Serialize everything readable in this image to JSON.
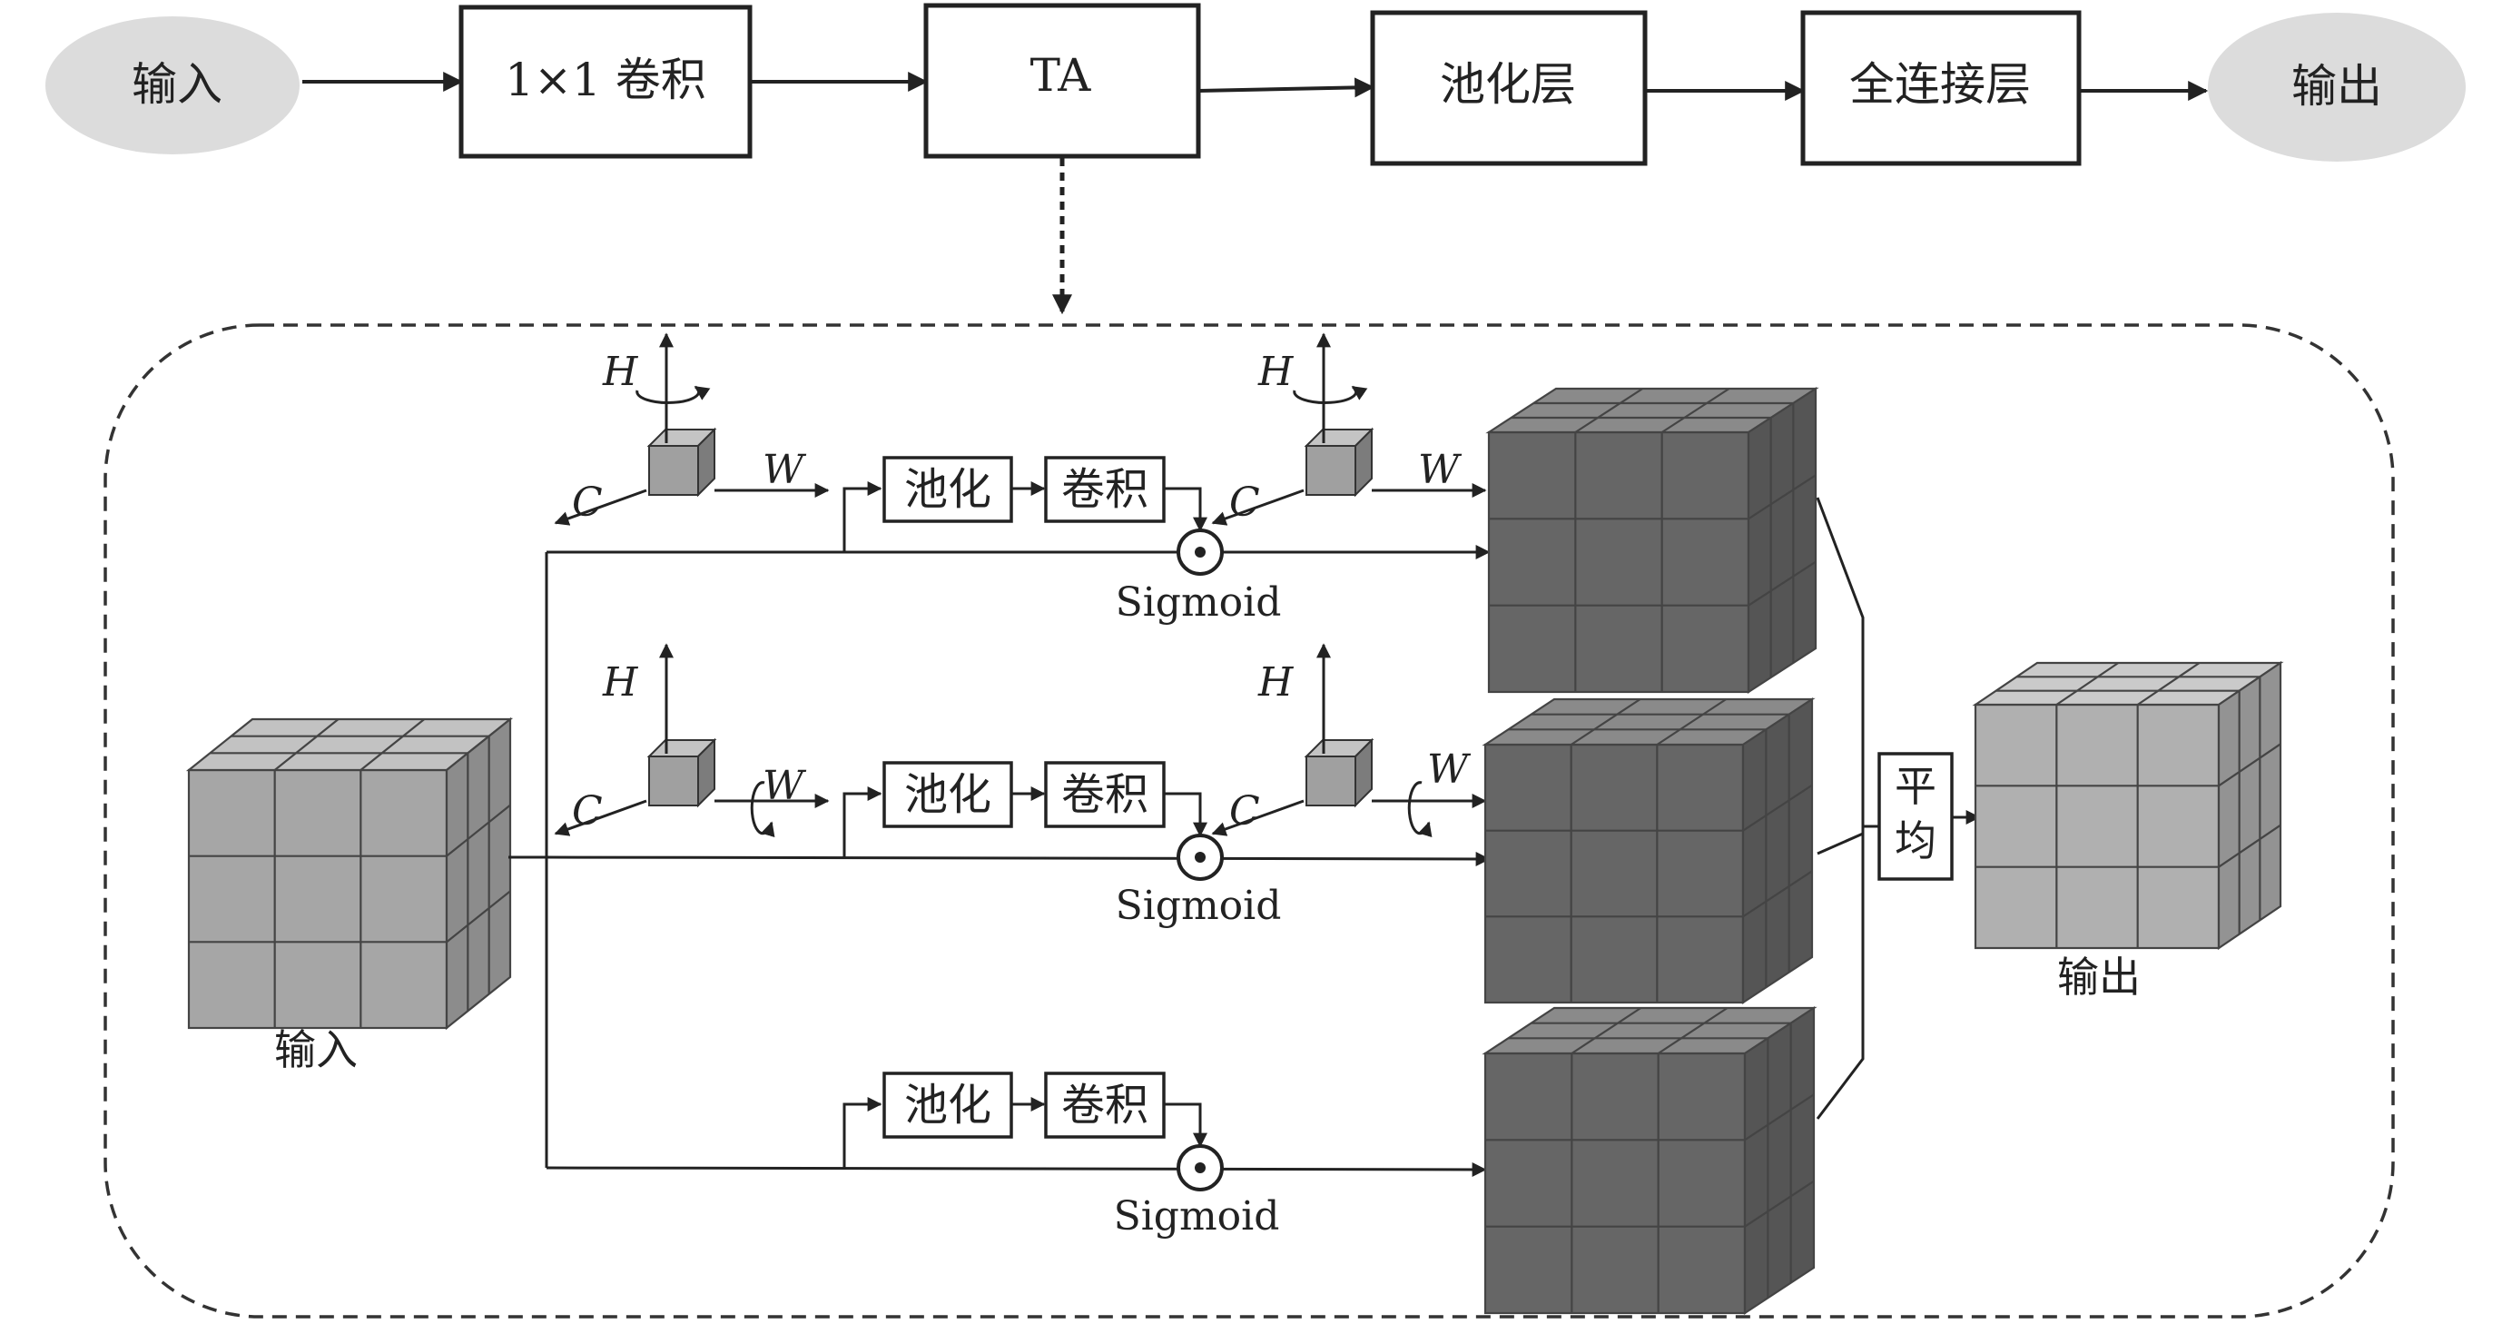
{
  "pipeline": {
    "input": "输入",
    "conv1x1": "1×1 卷积",
    "ta": "TA",
    "pool_layer": "池化层",
    "fc_layer": "全连接层",
    "output": "输出"
  },
  "detail": {
    "input_label": "输入",
    "output_label": "输出",
    "average_top": "平",
    "average_bottom": "均",
    "branches": [
      {
        "pool": "池化",
        "conv": "卷积",
        "gate": "Sigmoid",
        "axes_in": {
          "h": "H",
          "w": "W",
          "c": "C"
        },
        "axes_out": {
          "h": "H",
          "w": "W",
          "c": "C"
        }
      },
      {
        "pool": "池化",
        "conv": "卷积",
        "gate": "Sigmoid",
        "axes_in": {
          "h": "H",
          "w": "W",
          "c": "C"
        },
        "axes_out": {
          "h": "H",
          "w": "W",
          "c": "C"
        }
      },
      {
        "pool": "池化",
        "conv": "卷积",
        "gate": "Sigmoid"
      }
    ]
  },
  "colors": {
    "ink": "#222222",
    "ellipse_fill": "#dcdcdc",
    "input_cube_front": "#a6a6a6",
    "input_cube_top": "#c2c2c2",
    "input_cube_side": "#8c8c8c",
    "dark_cube_front": "#666666",
    "dark_cube_top": "#8a8a8a",
    "dark_cube_side": "#555555",
    "out_cube_front": "#b0b0b0",
    "out_cube_top": "#cacaca",
    "out_cube_side": "#939393",
    "small_cube": "#a0a0a0"
  }
}
